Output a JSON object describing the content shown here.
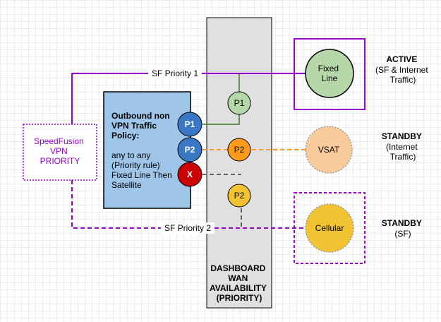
{
  "sf_box": {
    "lines": [
      "SpeedFusion",
      "VPN",
      "PRIORITY"
    ]
  },
  "policy": {
    "title_lines": [
      "Outbound non",
      "VPN Traffic",
      "Policy:"
    ],
    "body_lines": [
      "any to any",
      "(Priority rule)",
      "Fixed Line Then",
      "Satellite"
    ]
  },
  "ports": {
    "p1": "P1",
    "p2": "P2",
    "x": "X"
  },
  "dashboard": {
    "p1": "P1",
    "p2_orange": "P2",
    "p2_yellow": "P2",
    "label_lines": [
      "DASHBOARD",
      "WAN",
      "AVAILABILITY",
      "(PRIORITY)"
    ]
  },
  "links": {
    "sf_priority_1": "SF Priority 1",
    "sf_priority_2": "SF Priority 2"
  },
  "wans": {
    "fixed": {
      "lines": [
        "Fixed",
        "Line"
      ]
    },
    "vsat": {
      "label": "VSAT"
    },
    "cellular": {
      "label": "Cellular"
    }
  },
  "status": {
    "active": {
      "title": "ACTIVE",
      "lines": [
        "(SF & Internet",
        "Traffic)"
      ]
    },
    "standby1": {
      "title": "STANDBY",
      "lines": [
        "(Internet",
        "Traffic)"
      ]
    },
    "standby2": {
      "title": "STANDBY",
      "lines": [
        "(SF)"
      ]
    }
  },
  "colors": {
    "purple": "#9900cc",
    "green": "#2d7a1f",
    "orange": "#ff9a1a",
    "gray": "#666666",
    "policy_fill": "#9fc5e8",
    "dashboard_fill": "#e0e0e0",
    "port_blue": "#3a78c6",
    "port_red": "#cc0000",
    "fixed_fill": "#b6d7a8",
    "vsat_fill": "#f9cb9c",
    "cellular_fill": "#f1c232"
  }
}
